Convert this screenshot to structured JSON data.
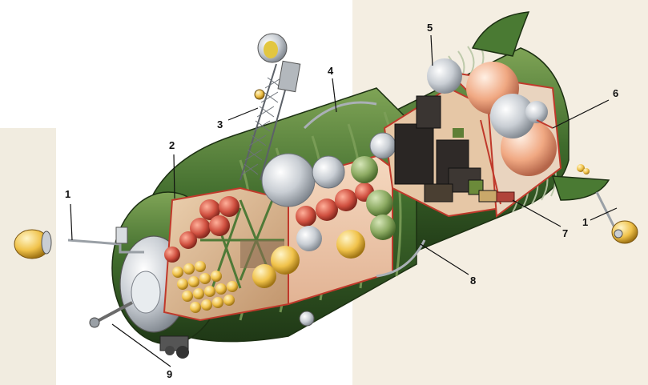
{
  "figure": {
    "callouts": [
      {
        "id": "1a",
        "label": "1"
      },
      {
        "id": "1b",
        "label": "1"
      },
      {
        "id": "2",
        "label": "2"
      },
      {
        "id": "3",
        "label": "3"
      },
      {
        "id": "4",
        "label": "4"
      },
      {
        "id": "5",
        "label": "5"
      },
      {
        "id": "6",
        "label": "6"
      },
      {
        "id": "7",
        "label": "7"
      },
      {
        "id": "8",
        "label": "8"
      },
      {
        "id": "9",
        "label": "9"
      }
    ]
  },
  "colors": {
    "hull_green": "#3f6b2c",
    "hull_green_dark": "#24401a",
    "hull_green_light": "#6f9a4a",
    "interior_beige": "#d9b48f",
    "metal_silver": "#cfd3d8",
    "tank_red": "#d05040",
    "tank_peach": "#f2b08a",
    "tank_yellow": "#f0c24a",
    "cut_red": "#c0392b",
    "dark_panel": "#2a2624",
    "background_text": "#f4eee2"
  }
}
